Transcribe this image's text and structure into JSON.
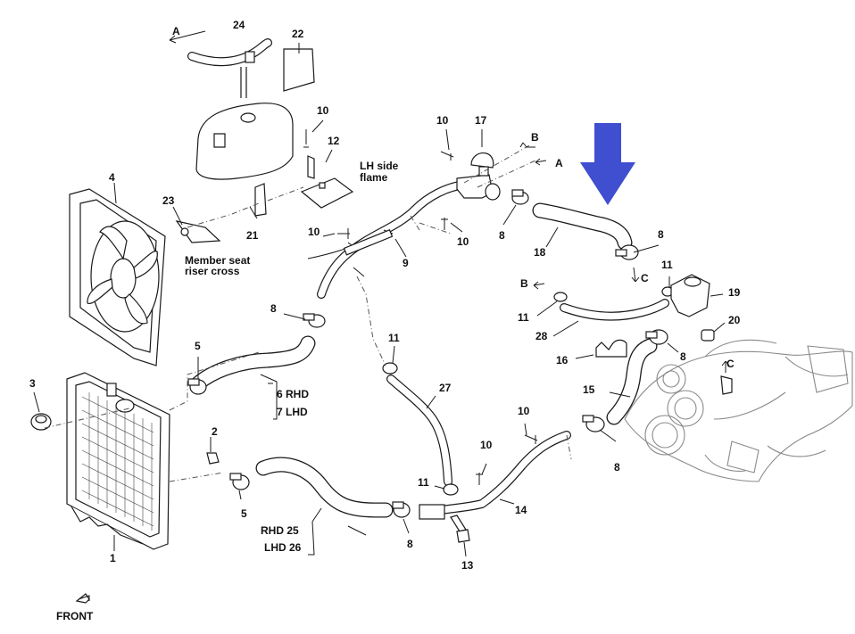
{
  "callouts": {
    "n1": "1",
    "n2": "2",
    "n3": "3",
    "n4": "4",
    "n5a": "5",
    "n5b": "5",
    "n6rhd": "6 RHD",
    "n7lhd": "7 LHD",
    "n8a": "8",
    "n8b": "8",
    "n8c": "8",
    "n8d": "8",
    "n8e": "8",
    "n8f": "8",
    "n9": "9",
    "n10a": "10",
    "n10b": "10",
    "n10c": "10",
    "n10d": "10",
    "n10e": "10",
    "n10f": "10",
    "n11a": "11",
    "n11b": "11",
    "n11c": "11",
    "n11d": "11",
    "n12": "12",
    "n13": "13",
    "n14": "14",
    "n15": "15",
    "n16": "16",
    "n17": "17",
    "n18": "18",
    "n19": "19",
    "n20": "20",
    "n21": "21",
    "n22": "22",
    "n23": "23",
    "n24": "24",
    "n25rhd": "RHD 25",
    "n26lhd": "LHD 26",
    "n27": "27",
    "n28": "28"
  },
  "connectors": {
    "a1": "A",
    "a2": "A",
    "b1": "B",
    "b2": "B",
    "c1": "C",
    "c2": "C"
  },
  "labels": {
    "lh_side_1": "LH side",
    "lh_side_2": "flame",
    "member_1": "Member seat",
    "member_2": "riser cross",
    "front": "FRONT"
  },
  "highlight": {
    "color": "#3f4fd0",
    "target_part": "18"
  }
}
